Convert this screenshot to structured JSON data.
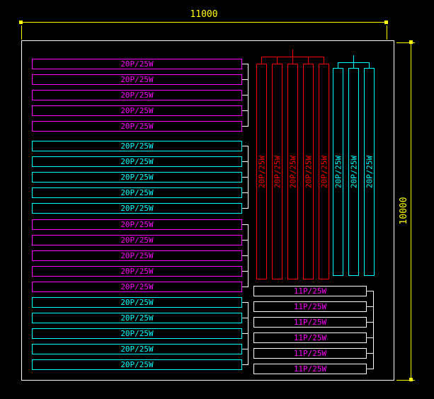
{
  "dimensions": {
    "width_label": "11000",
    "height_label": "10000"
  },
  "colors": {
    "background": "#000000",
    "outline": "#FFFFFF",
    "dimension": "#FFFF00",
    "magenta": "#FF00FF",
    "cyan": "#00FFFF",
    "red": "#FF0000",
    "white": "#FFFFFF"
  },
  "left_rack_groups": [
    {
      "color": "magenta",
      "bars": [
        "20P/25W",
        "20P/25W",
        "20P/25W",
        "20P/25W",
        "20P/25W"
      ]
    },
    {
      "color": "cyan",
      "bars": [
        "20P/25W",
        "20P/25W",
        "20P/25W",
        "20P/25W",
        "20P/25W"
      ]
    },
    {
      "color": "magenta",
      "bars": [
        "20P/25W",
        "20P/25W",
        "20P/25W",
        "20P/25W",
        "20P/25W"
      ]
    },
    {
      "color": "cyan",
      "bars": [
        "20P/25W",
        "20P/25W",
        "20P/25W",
        "20P/25W",
        "20P/25W"
      ]
    }
  ],
  "vertical_rack_groups": [
    {
      "color": "red",
      "bars": [
        "20P/25W",
        "20P/25W",
        "20P/25W",
        "20P/25W",
        "20P/25W"
      ]
    },
    {
      "color": "cyan",
      "bars": [
        "20P/25W",
        "20P/25W",
        "20P/25W"
      ]
    }
  ],
  "bottom_rack_group": {
    "border_color": "white",
    "text_color": "magenta",
    "bars": [
      "11P/25W",
      "11P/25W",
      "11P/25W",
      "11P/25W",
      "11P/25W",
      "11P/25W"
    ]
  }
}
